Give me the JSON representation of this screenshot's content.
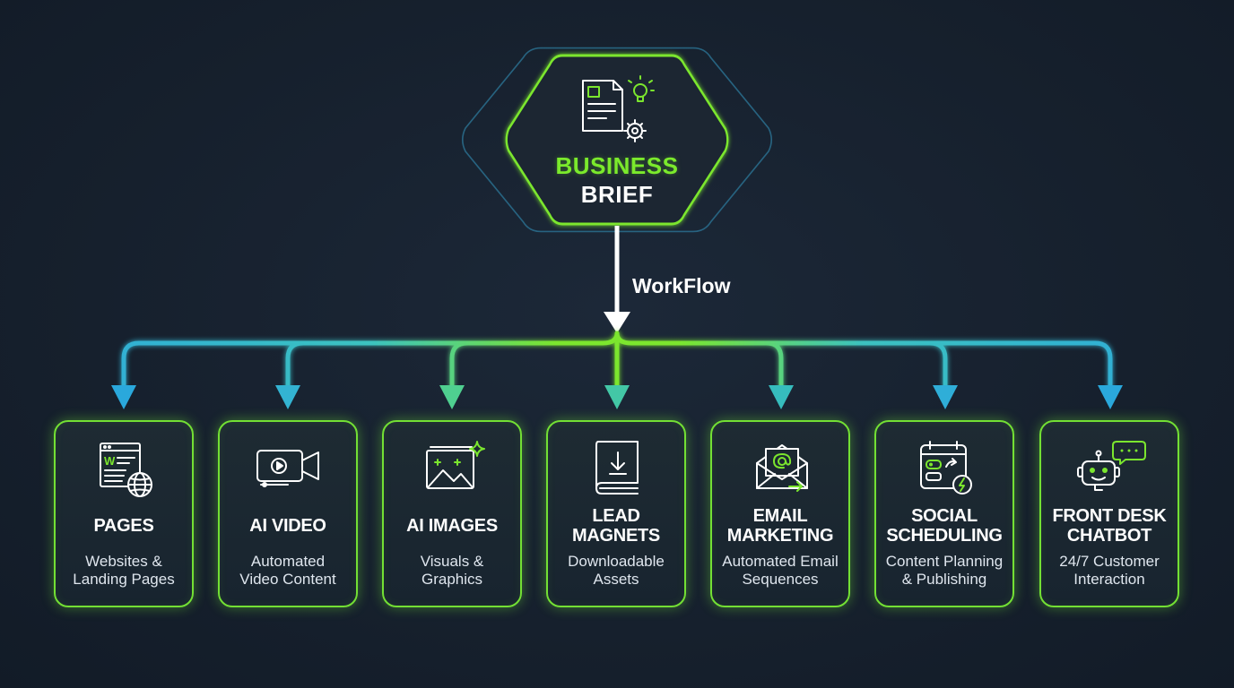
{
  "hub": {
    "title_line1": "BUSINESS",
    "title_line2": "BRIEF",
    "icon": "document-lightbulb-gear-icon"
  },
  "workflow_label": "WorkFlow",
  "colors": {
    "background": "#17212f",
    "green_accent": "#7bea2c",
    "blue_accent": "#2eb0e0",
    "text": "#ffffff"
  },
  "cards": [
    {
      "title": [
        "PAGES"
      ],
      "subtitle": [
        "Websites &",
        "Landing Pages"
      ],
      "icon": "webpage-globe-icon"
    },
    {
      "title": [
        "AI VIDEO"
      ],
      "subtitle": [
        "Automated",
        "Video Content"
      ],
      "icon": "video-camera-icon"
    },
    {
      "title": [
        "AI IMAGES"
      ],
      "subtitle": [
        "Visuals &",
        "Graphics"
      ],
      "icon": "image-sparkle-icon"
    },
    {
      "title": [
        "LEAD",
        "MAGNETS"
      ],
      "subtitle": [
        "Downloadable",
        "Assets"
      ],
      "icon": "download-book-icon"
    },
    {
      "title": [
        "EMAIL",
        "MARKETING"
      ],
      "subtitle": [
        "Automated Email",
        "Sequences"
      ],
      "icon": "email-envelope-icon"
    },
    {
      "title": [
        "SOCIAL",
        "SCHEDULING"
      ],
      "subtitle": [
        "Content Planning",
        "& Publishing"
      ],
      "icon": "calendar-schedule-icon"
    },
    {
      "title": [
        "FRONT DESK",
        "CHATBOT"
      ],
      "subtitle": [
        "24/7 Customer",
        "Interaction"
      ],
      "icon": "chatbot-icon"
    }
  ]
}
